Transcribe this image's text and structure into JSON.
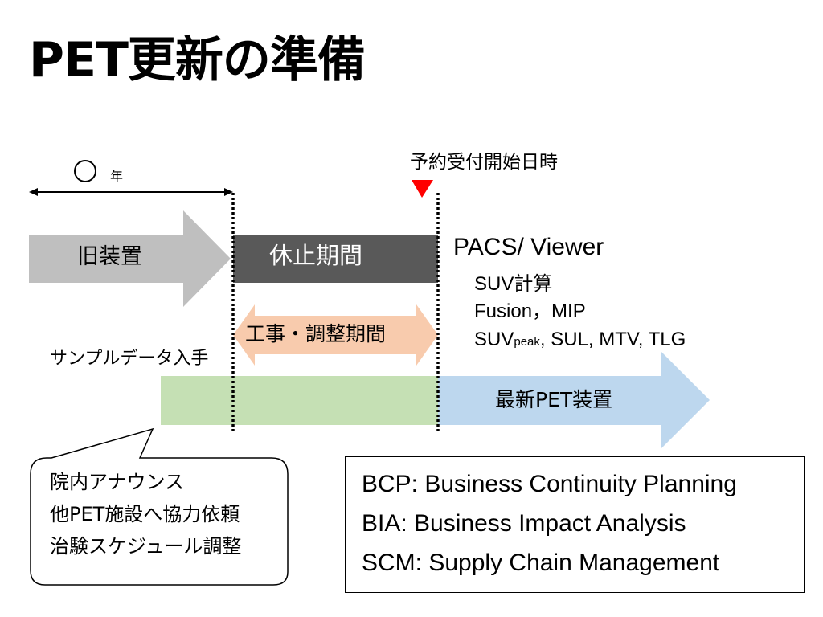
{
  "title": "PET更新の準備",
  "timeline": {
    "year_label": "年",
    "booking_start_label": "予約受付開始日時",
    "old_device_label": "旧装置",
    "downtime_label": "休止期間",
    "construction_label": "工事・調整期間",
    "sample_data_label": "サンプルデータ入手",
    "new_device_label": "最新PET装置"
  },
  "pacs": {
    "title": "PACS/ Viewer",
    "items": [
      {
        "text": "SUV計算"
      },
      {
        "text": "Fusion，MIP"
      },
      {
        "main": "SUV",
        "sub": "peak",
        "rest": ", SUL, MTV, TLG"
      }
    ]
  },
  "callout": {
    "lines": [
      "院内アナウンス",
      "他PET施設へ協力依頼",
      "治験スケジュール調整"
    ]
  },
  "abbreviations": [
    "BCP: Business Continuity Planning",
    "BIA: Business Impact Analysis",
    "SCM: Supply Chain Management"
  ],
  "colors": {
    "old_device": "#bfbfbf",
    "downtime": "#595959",
    "construction": "#f8cbad",
    "sample_data": "#c5e0b4",
    "new_device": "#bdd7ee",
    "marker": "#ff0000"
  }
}
